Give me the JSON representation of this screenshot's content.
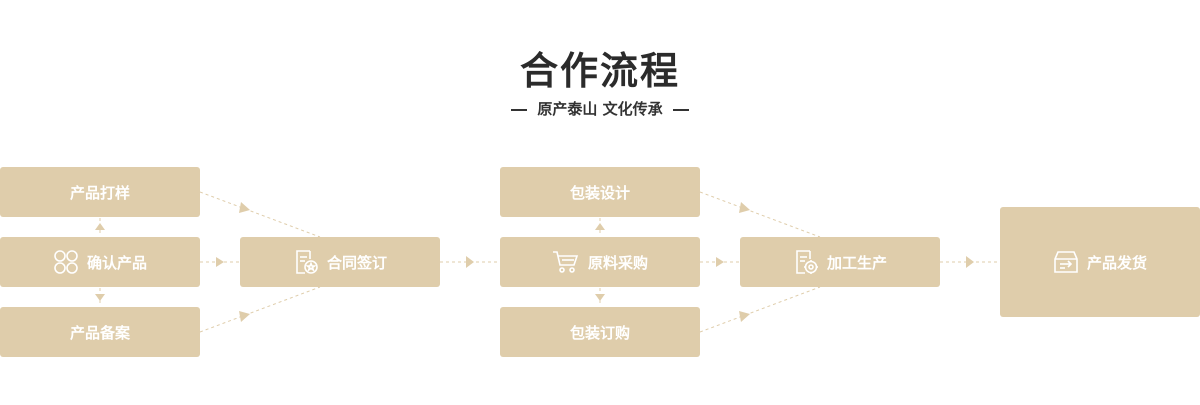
{
  "header": {
    "title": "合作流程",
    "subtitle": "原产泰山 文化传承"
  },
  "steps": {
    "sample": "产品打样",
    "confirm": "确认产品",
    "filing": "产品备案",
    "contract": "合同签订",
    "design": "包装设计",
    "purchase": "原料采购",
    "order": "包装订购",
    "process": "加工生产",
    "ship": "产品发货"
  },
  "icons": {
    "confirm": "grid-icon",
    "contract": "contract-icon",
    "purchase": "cart-icon",
    "process": "settings-doc-icon",
    "ship": "box-icon"
  },
  "colors": {
    "box": "#dfcdab",
    "arrow": "#dfcdab",
    "title": "#2b2b2b"
  }
}
